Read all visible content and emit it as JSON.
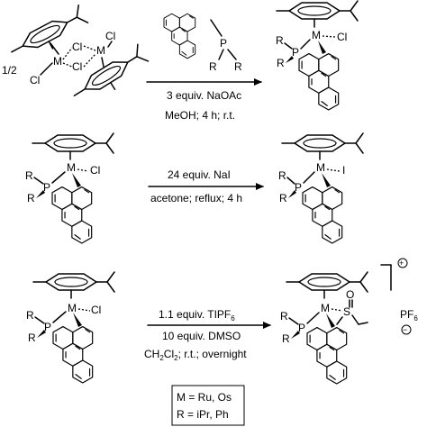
{
  "reaction1": {
    "stoichiometry": "1/2",
    "dimer_metal_label": "M",
    "dimer_chloro_label": "Cl",
    "ligand_p_label": "P",
    "ligand_r_label": "R",
    "condition_line1": "3 equiv. NaOAc",
    "condition_line2": "MeOH; 4 h; r.t.",
    "product_metal_label": "M",
    "product_p_label": "P",
    "product_cl_label": "Cl",
    "product_r_label": "R"
  },
  "reaction2": {
    "condition_line1": "24 equiv. NaI",
    "condition_line2": "acetone; reflux; 4 h",
    "reactant_metal_label": "M",
    "reactant_p_label": "P",
    "reactant_cl_label": "Cl",
    "reactant_r_label": "R",
    "product_metal_label": "M",
    "product_p_label": "P",
    "product_i_label": "I",
    "product_r_label": "R"
  },
  "reaction3": {
    "condition_line1_main": "1.1 equiv. TIPF",
    "condition_line1_sub": "6",
    "condition_line2": "10 equiv. DMSO",
    "condition_line3_a": "CH",
    "condition_line3_sub1": "2",
    "condition_line3_b": "Cl",
    "condition_line3_sub2": "2",
    "condition_line3_c": "; r.t.; overnight",
    "reactant_metal_label": "M",
    "reactant_p_label": "P",
    "reactant_cl_label": "Cl",
    "reactant_r_label": "R",
    "product_metal_label": "M",
    "product_p_label": "P",
    "product_s_label": "S",
    "product_o_label": "O",
    "product_r_label": "R",
    "cation_charge": "+",
    "counterion_main": "PF",
    "counterion_sub": "6",
    "anion_charge": "−"
  },
  "legend": {
    "line1": "M = Ru, Os",
    "line2": "R = iPr, Ph"
  }
}
